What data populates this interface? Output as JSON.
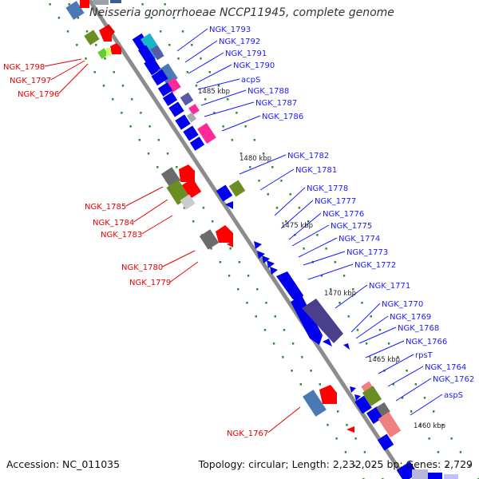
{
  "title": "Neisseria gonorrhoeae NCCP11945, complete genome",
  "accession": "Accession: NC_011035",
  "topology": "Topology: circular; Length: 2,232,025 bp; Genes: 2,729",
  "colors": {
    "backbone": "#8c8c8c",
    "forward_label": "#1a1aff",
    "reverse_label": "#e60000",
    "tick": "#2e8b2e"
  },
  "kbp_markers": [
    "1485 kbp",
    "1480 kbp",
    "1475 kbp",
    "1470 kbp",
    "1465 kbp",
    "1460 kbp"
  ],
  "forward_genes": [
    "NGK_1793",
    "NGK_1792",
    "NGK_1791",
    "NGK_1790",
    "acpS",
    "NGK_1788",
    "NGK_1787",
    "NGK_1786",
    "NGK_1782",
    "NGK_1781",
    "NGK_1778",
    "NGK_1777",
    "NGK_1776",
    "NGK_1775",
    "NGK_1774",
    "NGK_1773",
    "NGK_1772",
    "NGK_1771",
    "NGK_1770",
    "NGK_1769",
    "NGK_1768",
    "NGK_1766",
    "rpsT",
    "NGK_1764",
    "NGK_1762",
    "aspS"
  ],
  "reverse_genes": [
    "NGK_1798",
    "NGK_1797",
    "NGK_1796",
    "NGK_1785",
    "NGK_1784",
    "NGK_1783",
    "NGK_1780",
    "NGK_1779",
    "NGK_1767"
  ]
}
